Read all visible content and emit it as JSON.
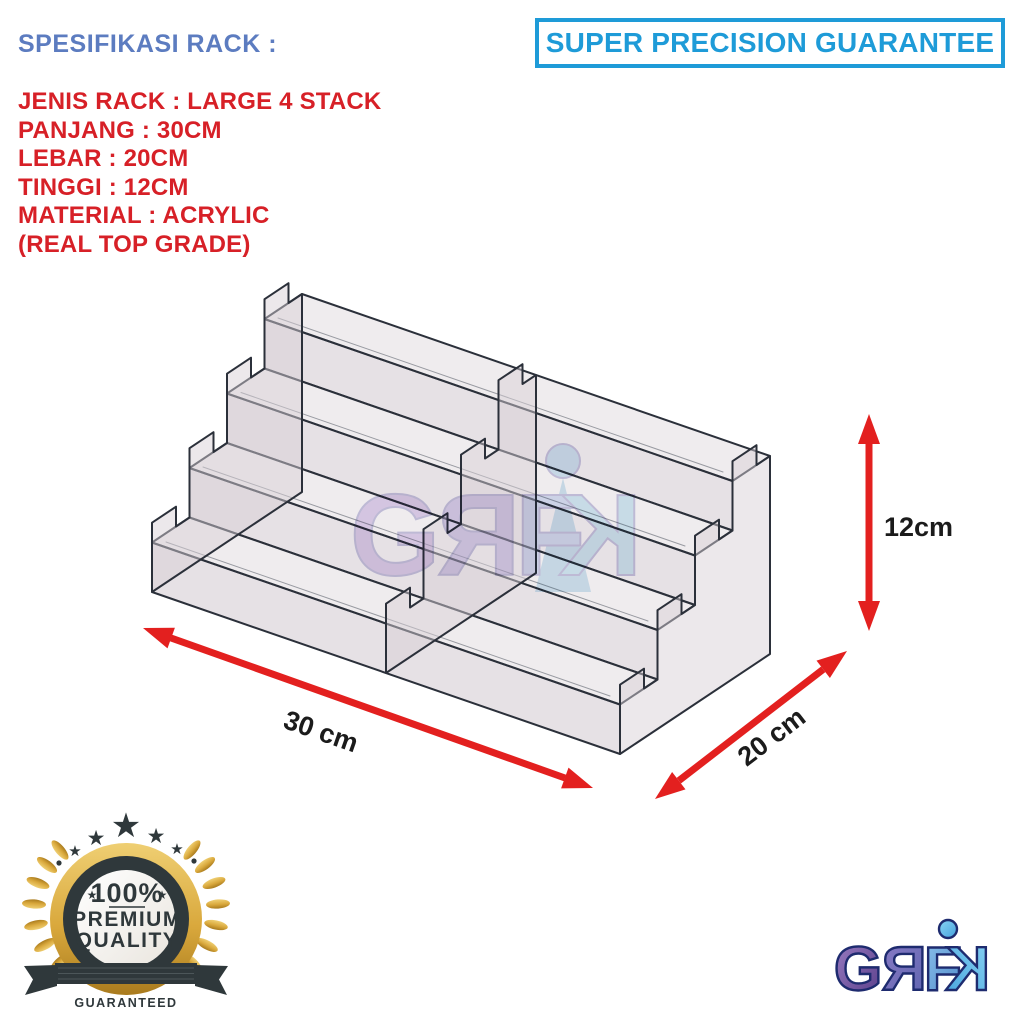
{
  "page": {
    "background": "#ffffff"
  },
  "header": {
    "title": "SPESIFIKASI RACK :",
    "color": "#5C7CC0"
  },
  "specs": {
    "color": "#D72027",
    "lines": [
      "JENIS RACK : LARGE 4 STACK",
      "PANJANG : 30CM",
      "LEBAR : 20CM",
      "TINGGI : 12CM",
      "MATERIAL : ACRYLIC",
      "(REAL TOP GRADE)"
    ]
  },
  "guarantee": {
    "label": "SUPER PRECISION GUARANTEE",
    "color": "#1E9BD8"
  },
  "diagram": {
    "product": "4-tier acrylic stepped display rack",
    "tiers": 4,
    "dimensions": {
      "length": "30 cm",
      "depth": "20 cm",
      "height": "12cm"
    },
    "arrow_color": "#E3201F",
    "label_color": "#1B1B1B"
  },
  "watermark": {
    "letters": {
      "g": "G",
      "r": "Я",
      "f": "F",
      "k": "K"
    }
  },
  "badge": {
    "percent": "100%",
    "premium": "PREMIUM",
    "quality": "QUALITY",
    "guaranteed": "GUARANTEED",
    "gold": "#D9A83C",
    "dark": "#2F383B"
  },
  "logo": {
    "name": "GRFIK",
    "letters": {
      "g": "G",
      "r": "Я",
      "f": "F",
      "k": "K"
    }
  },
  "icons": {
    "star": "★"
  }
}
